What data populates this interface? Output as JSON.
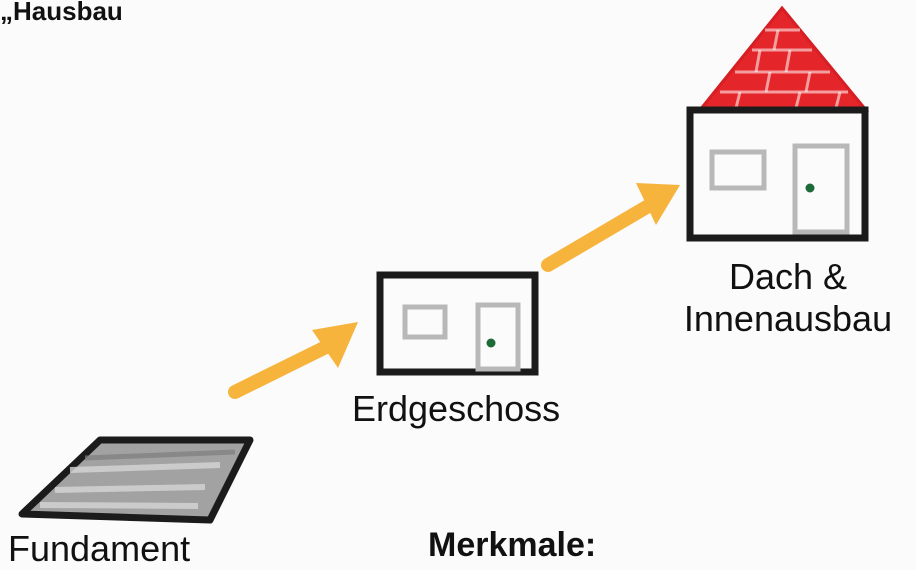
{
  "title": "„Hausbau",
  "steps": [
    {
      "label": "Fundament"
    },
    {
      "label": "Erdgeschoss"
    },
    {
      "label_line1": "Dach &",
      "label_line2": "Innenausbau"
    }
  ],
  "merkmale": "Merkmale:",
  "colors": {
    "arrow": "#f7b43c",
    "roof": "#e4262a",
    "outline": "#1b1b1b",
    "slab": "#9a9a9a",
    "window": "#b8b8b8",
    "knob": "#1e6b3a"
  }
}
